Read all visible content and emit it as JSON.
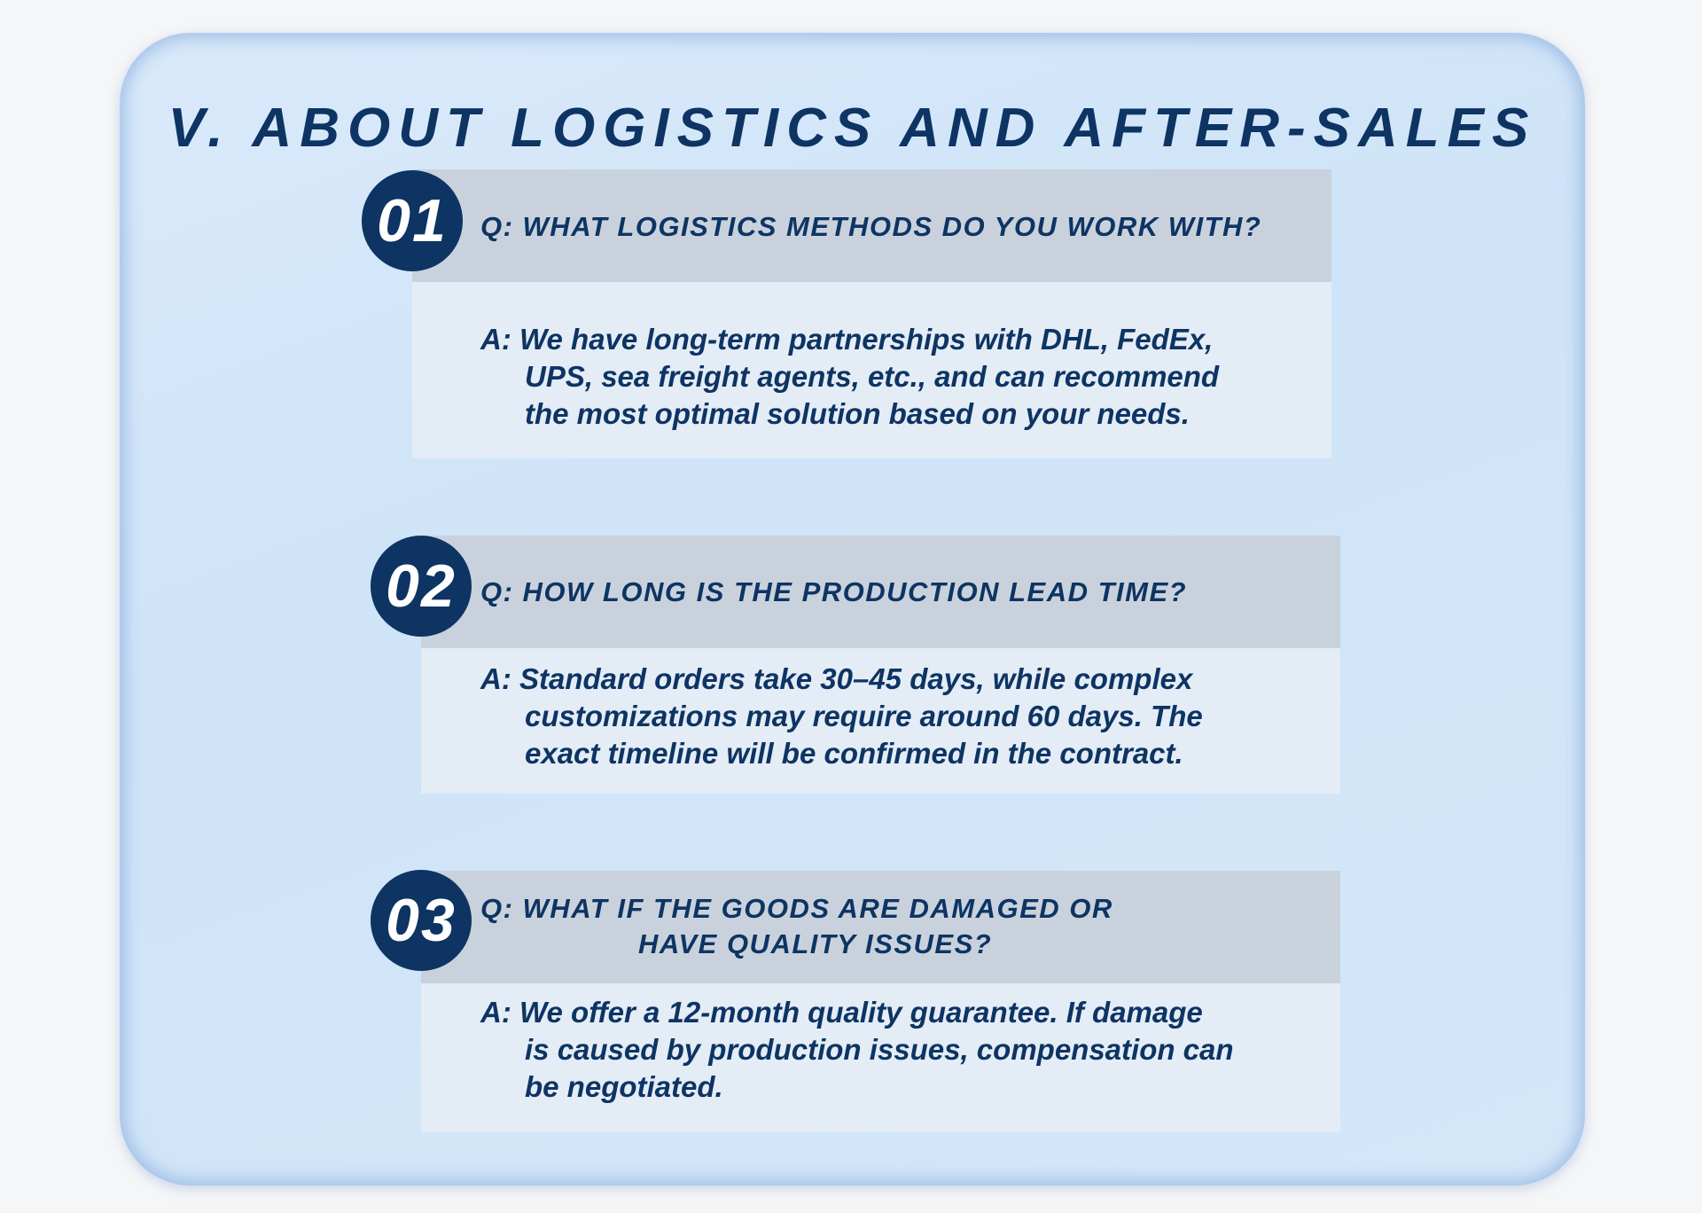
{
  "title": "V. ABOUT LOGISTICS AND AFTER-SALES",
  "faqs": [
    {
      "number": "01",
      "question": [
        "Q: WHAT LOGISTICS METHODS DO YOU WORK WITH?"
      ],
      "answer": [
        "A: We have long-term partnerships with DHL, FedEx,",
        "UPS, sea freight agents, etc., and can recommend",
        "the most optimal solution based on your needs."
      ]
    },
    {
      "number": "02",
      "question": [
        "Q: HOW LONG IS THE PRODUCTION LEAD TIME?"
      ],
      "answer": [
        "A: Standard orders take 30–45 days, while complex",
        "customizations may require around 60 days. The",
        "exact timeline will be confirmed in the contract."
      ]
    },
    {
      "number": "03",
      "question": [
        "Q: WHAT IF THE GOODS ARE DAMAGED OR",
        "HAVE QUALITY ISSUES?"
      ],
      "answer": [
        "A: We offer a 12-month quality guarantee. If damage",
        "is caused by production issues, compensation can",
        "be negotiated."
      ]
    }
  ],
  "colors": {
    "primary": "#0d3463",
    "question_bar": "#c9d2dc",
    "answer_box": "#e4ecf6"
  }
}
